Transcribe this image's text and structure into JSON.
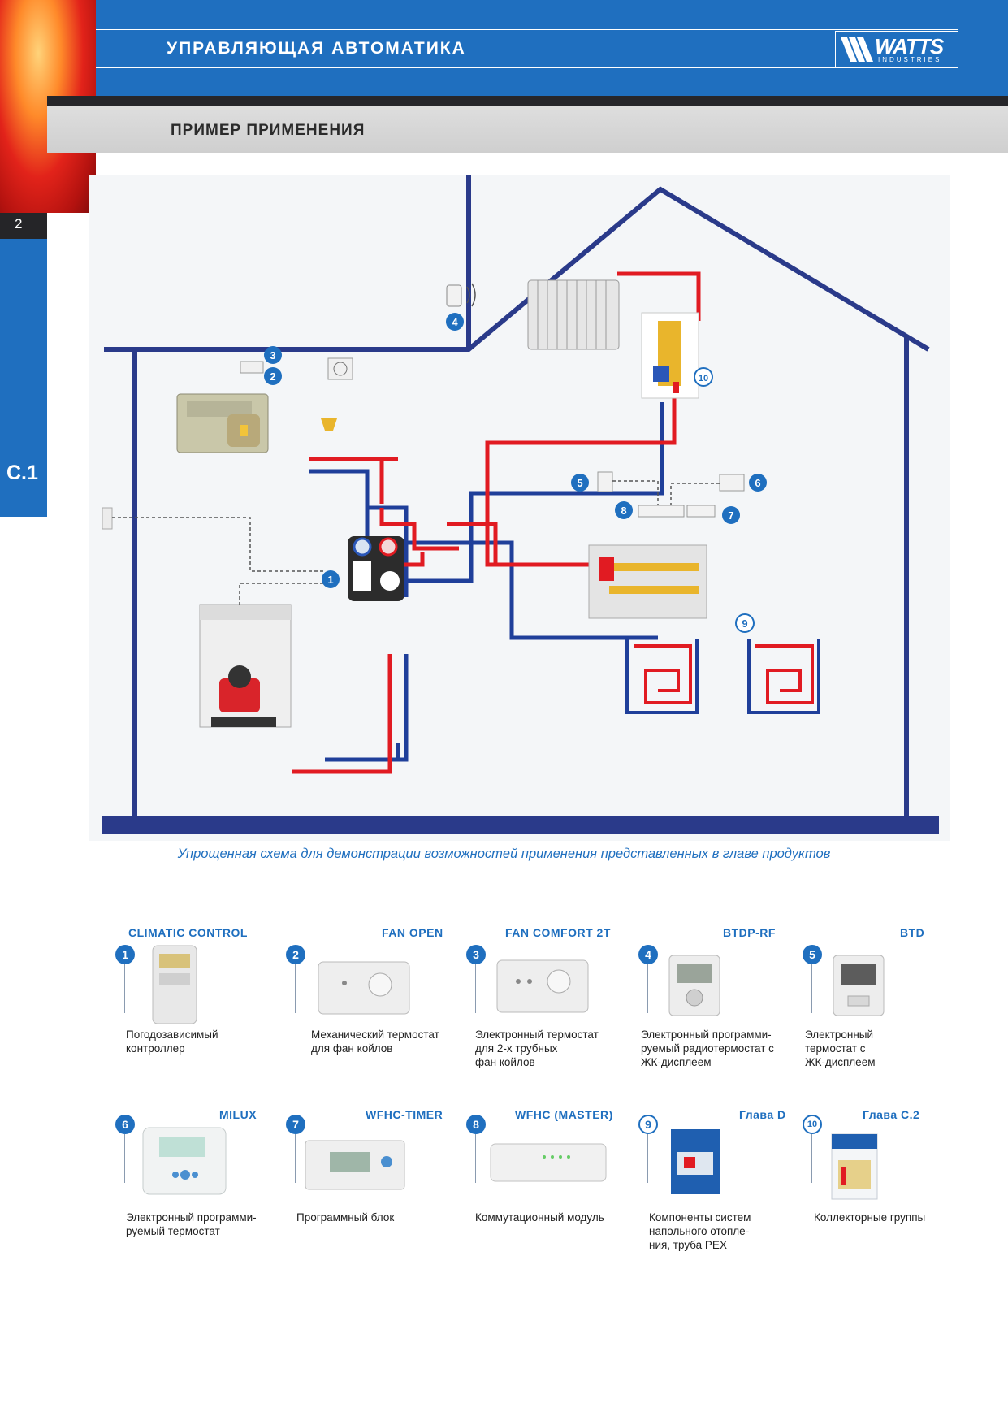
{
  "header": {
    "title": "УПРАВЛЯЮЩАЯ АВТОМАТИКА",
    "logo_word": "WATTS",
    "logo_sub": "INDUSTRIES"
  },
  "section": {
    "title": "ПРИМЕР ПРИМЕНЕНИЯ"
  },
  "side": {
    "page_number": "2",
    "chapter": "C.1"
  },
  "diagram": {
    "callouts": [
      "1",
      "2",
      "3",
      "4",
      "5",
      "6",
      "7",
      "8",
      "9",
      "10"
    ],
    "colors": {
      "hot_pipe": "#e11b22",
      "cold_pipe": "#1f3f9a",
      "house_outline": "#2a3a8a",
      "callout": "#1f6fbf"
    }
  },
  "caption": "Упрощенная схема для демонстрации возможностей применения представленных в главе продуктов",
  "products": [
    {
      "num": "1",
      "name": "CLIMATIC CONTROL",
      "desc": "Погодозависимый\n контроллер",
      "icon": "controller-icon"
    },
    {
      "num": "2",
      "name": "FAN OPEN",
      "desc": "Механический термостат\nдля фан койлов",
      "icon": "fan-thermostat-icon"
    },
    {
      "num": "3",
      "name": "FAN COMFORT 2T",
      "desc": "Электронный термостат\nдля 2-х трубных\nфан койлов",
      "icon": "fan-thermostat-icon"
    },
    {
      "num": "4",
      "name": "BTDP-RF",
      "desc": "Электронный программи-\nруемый радиотермостат с\nЖК-дисплеем",
      "icon": "lcd-thermostat-icon"
    },
    {
      "num": "5",
      "name": "BTD",
      "desc": "Электронный\nтермостат с\nЖК-дисплеем",
      "icon": "lcd-thermostat-icon"
    },
    {
      "num": "6",
      "name": "MILUX",
      "desc": "Электронный программи-\nруемый термостат",
      "icon": "programmable-thermostat-icon"
    },
    {
      "num": "7",
      "name": "WFHC-TIMER",
      "desc": "Программный блок",
      "icon": "timer-unit-icon"
    },
    {
      "num": "8",
      "name": "WFHC (MASTER)",
      "desc": "Коммутационный модуль",
      "icon": "switching-module-icon"
    },
    {
      "num": "9",
      "name": "Глава D",
      "desc": "Компоненты систем\nнапольного отопле-\nния, труба PEX",
      "icon": "catalog-icon"
    },
    {
      "num": "10",
      "name": "Глава C.2",
      "desc": "Коллекторные группы",
      "icon": "catalog-icon"
    }
  ]
}
